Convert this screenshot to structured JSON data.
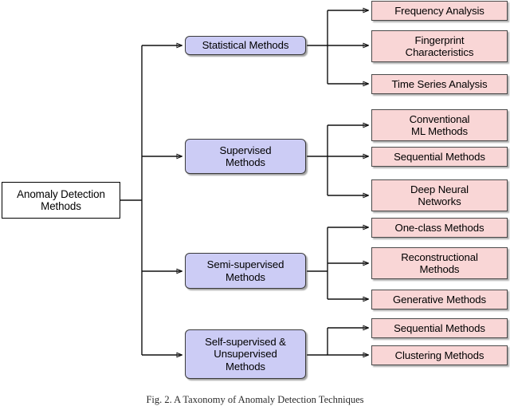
{
  "figure": {
    "caption": "Fig. 2.  A Taxonomy of Anomaly Detection Techniques",
    "colors": {
      "root_fill": "#ffffff",
      "category_fill": "#ccccf5",
      "method_fill": "#f9d6d6",
      "edge": "#111111",
      "border": "#3a3a3a"
    }
  },
  "chart_data": {
    "type": "diagram",
    "title": "A Taxonomy of Anomaly Detection Techniques",
    "root": "Anomaly Detection\nMethods",
    "categories": [
      {
        "label": "Statistical Methods",
        "children": [
          "Frequency Analysis",
          "Fingerprint\nCharacteristics",
          "Time Series Analysis"
        ]
      },
      {
        "label": "Supervised\nMethods",
        "children": [
          "Conventional\nML Methods",
          "Sequential Methods",
          "Deep Neural\nNetworks"
        ]
      },
      {
        "label": "Semi-supervised\nMethods",
        "children": [
          "One-class Methods",
          "Reconstructional\nMethods",
          "Generative Methods"
        ]
      },
      {
        "label": "Self-supervised &\nUnsupervised\nMethods",
        "children": [
          "Sequential Methods",
          "Clustering Methods"
        ]
      }
    ]
  },
  "nodes": {
    "root": {
      "label": "Anomaly Detection\nMethods"
    },
    "cat0": {
      "label": "Statistical Methods"
    },
    "cat1": {
      "label": "Supervised\nMethods"
    },
    "cat2": {
      "label": "Semi-supervised\nMethods"
    },
    "cat3": {
      "label": "Self-supervised &\nUnsupervised\nMethods"
    },
    "leaf0_0": {
      "label": "Frequency Analysis"
    },
    "leaf0_1": {
      "label": "Fingerprint\nCharacteristics"
    },
    "leaf0_2": {
      "label": "Time Series Analysis"
    },
    "leaf1_0": {
      "label": "Conventional\nML Methods"
    },
    "leaf1_1": {
      "label": "Sequential Methods"
    },
    "leaf1_2": {
      "label": "Deep Neural\nNetworks"
    },
    "leaf2_0": {
      "label": "One-class Methods"
    },
    "leaf2_1": {
      "label": "Reconstructional\nMethods"
    },
    "leaf2_2": {
      "label": "Generative Methods"
    },
    "leaf3_0": {
      "label": "Sequential Methods"
    },
    "leaf3_1": {
      "label": "Clustering Methods"
    }
  }
}
